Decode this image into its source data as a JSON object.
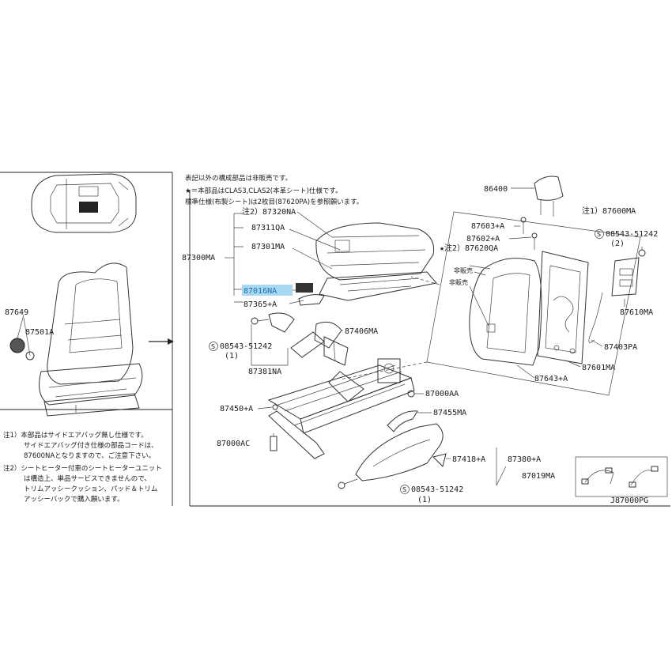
{
  "notes": {
    "top_line1": "表記以外の構成部品は非販売です。",
    "top_line2": "★＝本部品はCLAS3,CLAS2(本革シート)仕様です。",
    "top_line3": "標準仕様(布製シート)は2枚目(87620PA)を参照願います。",
    "note1_line1": "注1）本部品はサイドエアバッグ無し仕様です。",
    "note1_line2": "サイドエアバッグ付き仕様の部品コードは、",
    "note1_line3": "87600NAとなりますので、ご注意下さい。",
    "note2_line1": "注2）シートヒーター付車のシートヒーターユニット",
    "note2_line2": "は構造上、単品サービスできませんので、",
    "note2_line3": "トリムアッシークッション、パッド＆トリム",
    "note2_line4": "アッシーバックで購入願います。",
    "not_for_sale_1": "非販売",
    "not_for_sale_2": "非販売"
  },
  "labels": {
    "p87649": "87649",
    "p87501A": "87501A",
    "p87320NA": "注2）87320NA",
    "p87311QA": "87311QA",
    "p87300MA": "87300MA",
    "p87301MA": "87301MA",
    "p87016NA": "87016NA",
    "p87365A": "87365+A",
    "p87406MA": "87406MA",
    "p08543_51242_a": "08543-51242",
    "p08543_51242_a_qty": "(1)",
    "p87381NA": "87381NA",
    "p87450A": "87450+A",
    "p87000AA": "87000AA",
    "p87455MA": "87455MA",
    "p87000AC": "87000AC",
    "p87418A": "87418+A",
    "p87380A": "87380+A",
    "p87019MA": "87019MA",
    "p08543_51242_b": "08543-51242",
    "p08543_51242_b_qty": "(1)",
    "p86400": "86400",
    "p87600MA": "注1）87600MA",
    "p87603A": "87603+A",
    "p08543_51242_c": "08543-51242",
    "p08543_51242_c_qty": "(2)",
    "p87602A": "87602+A",
    "p87620QA": "★注2）87620QA",
    "p87610MA": "87610MA",
    "p87403PA": "87403PA",
    "p87601MA": "87601MA",
    "p87643A": "87643+A",
    "diagram_code": "J87000PG",
    "circle_s": "S"
  },
  "colors": {
    "highlight": "#a9d8f2",
    "highlight_text": "#1a6fb0",
    "line": "#333333"
  }
}
